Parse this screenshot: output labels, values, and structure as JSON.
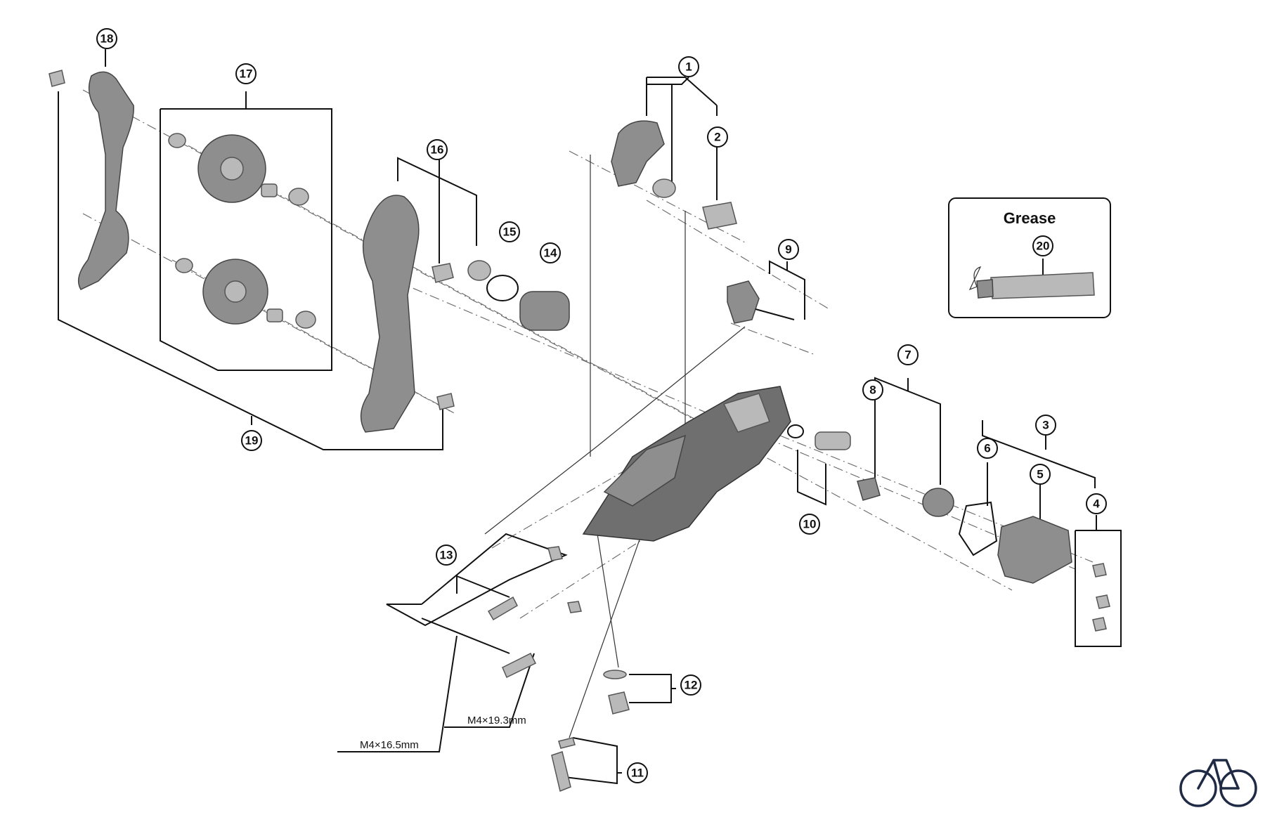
{
  "callouts": [
    "1",
    "2",
    "3",
    "4",
    "5",
    "6",
    "7",
    "8",
    "9",
    "10",
    "11",
    "12",
    "13",
    "14",
    "15",
    "16",
    "17",
    "18",
    "19",
    "20"
  ],
  "grease_box": {
    "title": "Grease",
    "callout": "20"
  },
  "screw_labels": {
    "long": "M4×16.5mm",
    "short": "M4×19.3mm"
  },
  "colors": {
    "ink": "#111111",
    "part": "#8e8e8e",
    "logo": "#1f2a44"
  },
  "icons": {
    "logo": "bicycle-icon"
  }
}
